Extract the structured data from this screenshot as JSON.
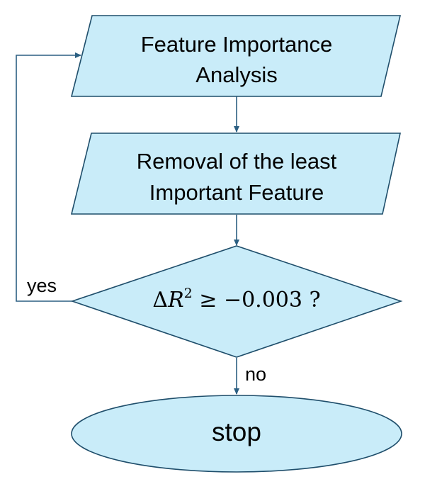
{
  "nodes": {
    "analysis": {
      "lines": [
        "Feature Importance",
        "Analysis"
      ]
    },
    "removal": {
      "lines": [
        "Removal of the least",
        "Important Feature"
      ]
    },
    "decision": {
      "delta": "Δ",
      "variable": "R",
      "exponent": "2",
      "relation": " ≥ −0.003 ?"
    },
    "stop": {
      "label": "stop"
    }
  },
  "edges": {
    "yes_label": "yes",
    "no_label": "no"
  },
  "colors": {
    "fill": "#c9ecf9",
    "stroke": "#1f4e6b",
    "connector": "#2b5f82"
  }
}
